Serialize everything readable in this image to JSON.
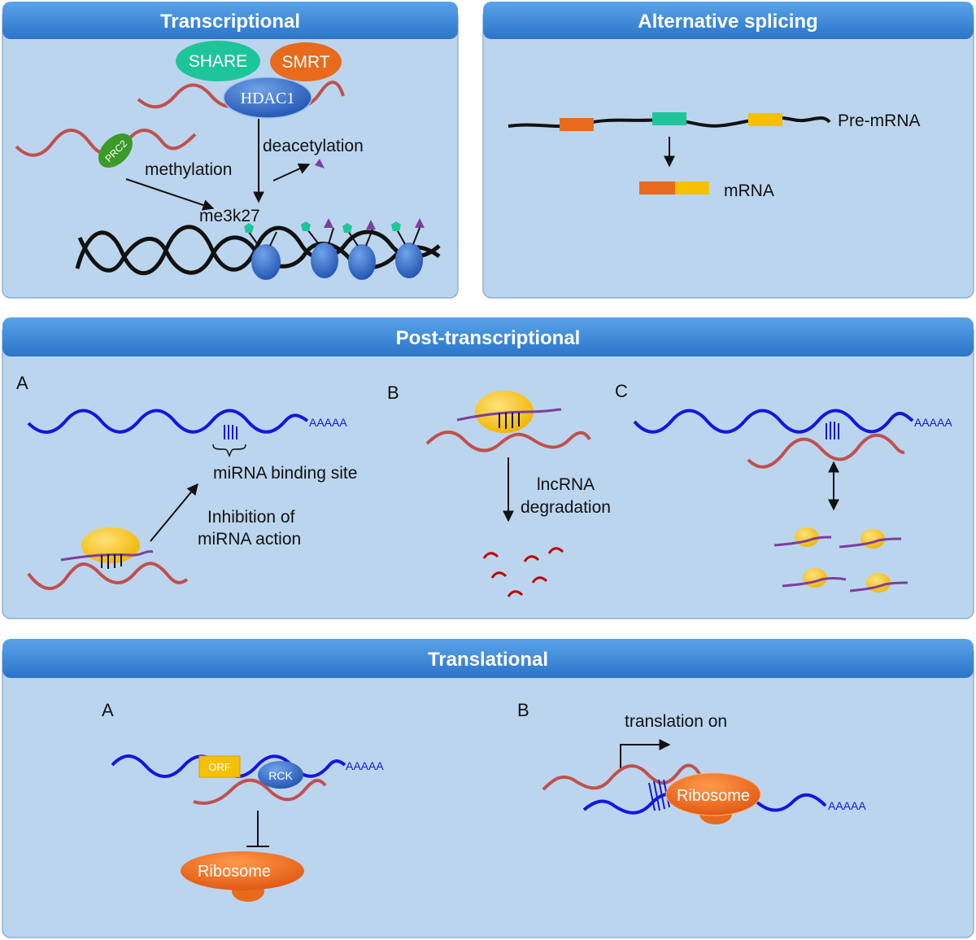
{
  "panels": {
    "transcriptional": {
      "title": "Transcriptional",
      "proteins": {
        "share": "SHARE",
        "smrt": "SMRT",
        "hdac1": "HDAC1",
        "prc2": "PRC2"
      },
      "labels": {
        "methylation": "methylation",
        "deacetylation": "deacetylation",
        "mark": "me3k27"
      }
    },
    "alternative_splicing": {
      "title": "Alternative splicing",
      "pre_mrna": "Pre-mRNA",
      "mrna": "mRNA"
    },
    "post_transcriptional": {
      "title": "Post-transcriptional",
      "a": {
        "letter": "A",
        "binding_site": "miRNA binding site",
        "inhibition_line1": "Inhibition of",
        "inhibition_line2": "miRNA action",
        "poly_a": "AAAAA"
      },
      "b": {
        "letter": "B",
        "degradation_line1": "lncRNA",
        "degradation_line2": "degradation"
      },
      "c": {
        "letter": "C",
        "poly_a": "AAAAA"
      }
    },
    "translational": {
      "title": "Translational",
      "a": {
        "letter": "A",
        "orf": "ORF",
        "rck": "RCK",
        "ribosome": "Ribosome",
        "poly_a": "AAAAA"
      },
      "b": {
        "letter": "B",
        "translation_on": "translation on",
        "ribosome": "Ribosome",
        "poly_a": "AAAAA"
      }
    }
  },
  "colors": {
    "panel_bg": "#bcd5ee",
    "header": "#3a87d9",
    "lncrna": "#c0504d",
    "mrna": "#1515e0",
    "mirna": "#7a3fa0",
    "ribosome": "#e86a1c",
    "yellow": "#f5c000",
    "teal": "#1fc59a",
    "nucleosome": "#2e64c0"
  },
  "icons": [
    "arrow-icon",
    "inhibit-icon",
    "double-arrow-icon",
    "brace-icon"
  ]
}
